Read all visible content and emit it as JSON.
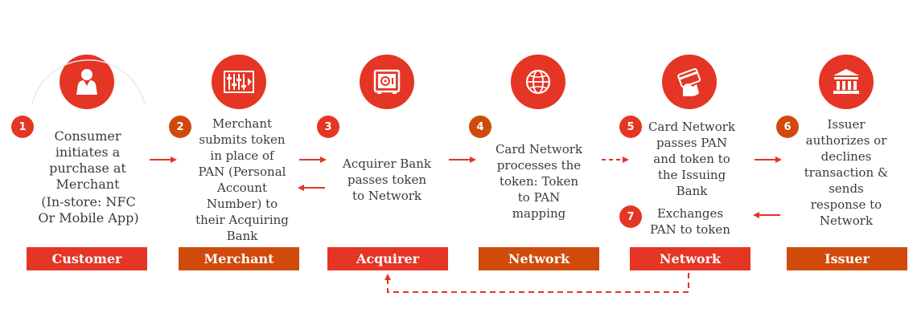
{
  "colors": {
    "red": "#e53524",
    "orange": "#d04a0c",
    "text": "#3a3a3a"
  },
  "icons": [
    "person-icon",
    "sliders-icon",
    "safe-icon",
    "globe-icon",
    "card-hand-icon",
    "bank-icon"
  ],
  "steps": [
    {
      "number": "1",
      "text": "Consumer\ninitiates a\npurchase at\nMerchant"
    },
    {
      "number": "2",
      "text": "Merchant\nsubmits token\nin place of\nPAN (Personal\nAccount\nNumber) to\ntheir Acquiring\nBank"
    },
    {
      "number": "3",
      "text": "Acquirer Bank\npasses token\nto Network"
    },
    {
      "number": "4",
      "text": "Card Network\nprocesses the\ntoken: Token\nto PAN\nmapping"
    },
    {
      "number": "5",
      "text": "Card Network\npasses PAN\nand token to\nthe Issuing\nBank"
    },
    {
      "number": "6",
      "text": "Issuer\nauthorizes or\ndeclines\ntransaction &\nsends\nresponse to\nNetwork"
    },
    {
      "number": "7",
      "text": "Exchanges\nPAN to token"
    }
  ],
  "customer_note": "(In-store: NFC\nOr Mobile App)",
  "labels": [
    "Customer",
    "Merchant",
    "Acquirer",
    "Network",
    "Network",
    "Issuer"
  ]
}
